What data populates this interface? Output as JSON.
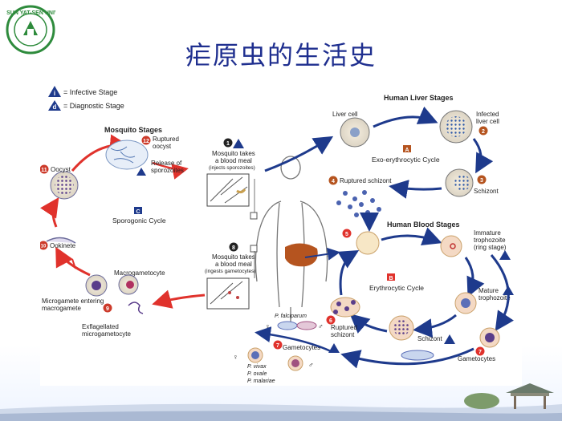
{
  "slide": {
    "title": "疟原虫的生活史"
  },
  "logo": {
    "text": "中山大學 SUN YAT-SEN UNIVERSITY",
    "color": "#2e8b3c"
  },
  "legend": {
    "infective": "= Infective Stage",
    "diagnostic": "= Diagnostic Stage",
    "infective_icon": "i",
    "diagnostic_icon": "d"
  },
  "sections": {
    "mosquito": "Mosquito Stages",
    "liver": "Human Liver Stages",
    "blood": "Human Blood Stages"
  },
  "cycles": {
    "sporogonic": {
      "letter": "C",
      "label": "Sporogonic Cycle"
    },
    "exo": {
      "letter": "A",
      "label": "Exo-erythrocytic Cycle"
    },
    "erythro": {
      "letter": "B",
      "label": "Erythrocytic Cycle"
    }
  },
  "steps": {
    "s1": {
      "num": "1",
      "l1": "Mosquito takes",
      "l2": "a blood meal",
      "l3": "(injects sporozoites)"
    },
    "s2": {
      "num": "2",
      "l1": "Infected",
      "l2": "liver cell"
    },
    "s3": {
      "num": "3",
      "l1": "Schizont"
    },
    "s4": {
      "num": "4",
      "l1": "Ruptured schizont"
    },
    "s5": {
      "num": "5"
    },
    "s6": {
      "num": "6",
      "l1": "Ruptured",
      "l2": "schizont"
    },
    "s7": {
      "num": "7",
      "l1": "Gametocytes"
    },
    "s8": {
      "num": "8",
      "l1": "Mosquito takes",
      "l2": "a blood meal",
      "l3": "(ingests gametocytes)"
    },
    "s9": {
      "num": "9",
      "l1": "Microgamete entering",
      "l2": "macrogamete"
    },
    "s10": {
      "num": "10",
      "l1": "Ookinete"
    },
    "s11": {
      "num": "11",
      "l1": "Oocyst"
    },
    "s12": {
      "num": "12",
      "l1": "Ruptured",
      "l2": "oocyst"
    }
  },
  "labels": {
    "liver_cell": "Liver cell",
    "release": "Release of",
    "release2": "sporozoites",
    "macrogametocyte": "Macrogametocyte",
    "exflag1": "Exflagellated",
    "exflag2": "microgametocyte",
    "immature1": "Immature",
    "immature2": "trophozoite",
    "immature3": "(ring stage)",
    "mature1": "Mature",
    "mature2": "trophozoite",
    "schizont_blood": "Schizont",
    "gametocytes_blood": "Gametocytes",
    "falciparum": "P. falciparum",
    "gametocytes_left": "Gametocytes",
    "vivax": "P. vivax",
    "ovale": "P. ovale",
    "malariae": "P. malariae"
  },
  "colors": {
    "red_arrow": "#e0322c",
    "blue_arrow": "#1e3a8c",
    "title": "#1f2f8f",
    "num_badge": "#cc3a2a"
  }
}
